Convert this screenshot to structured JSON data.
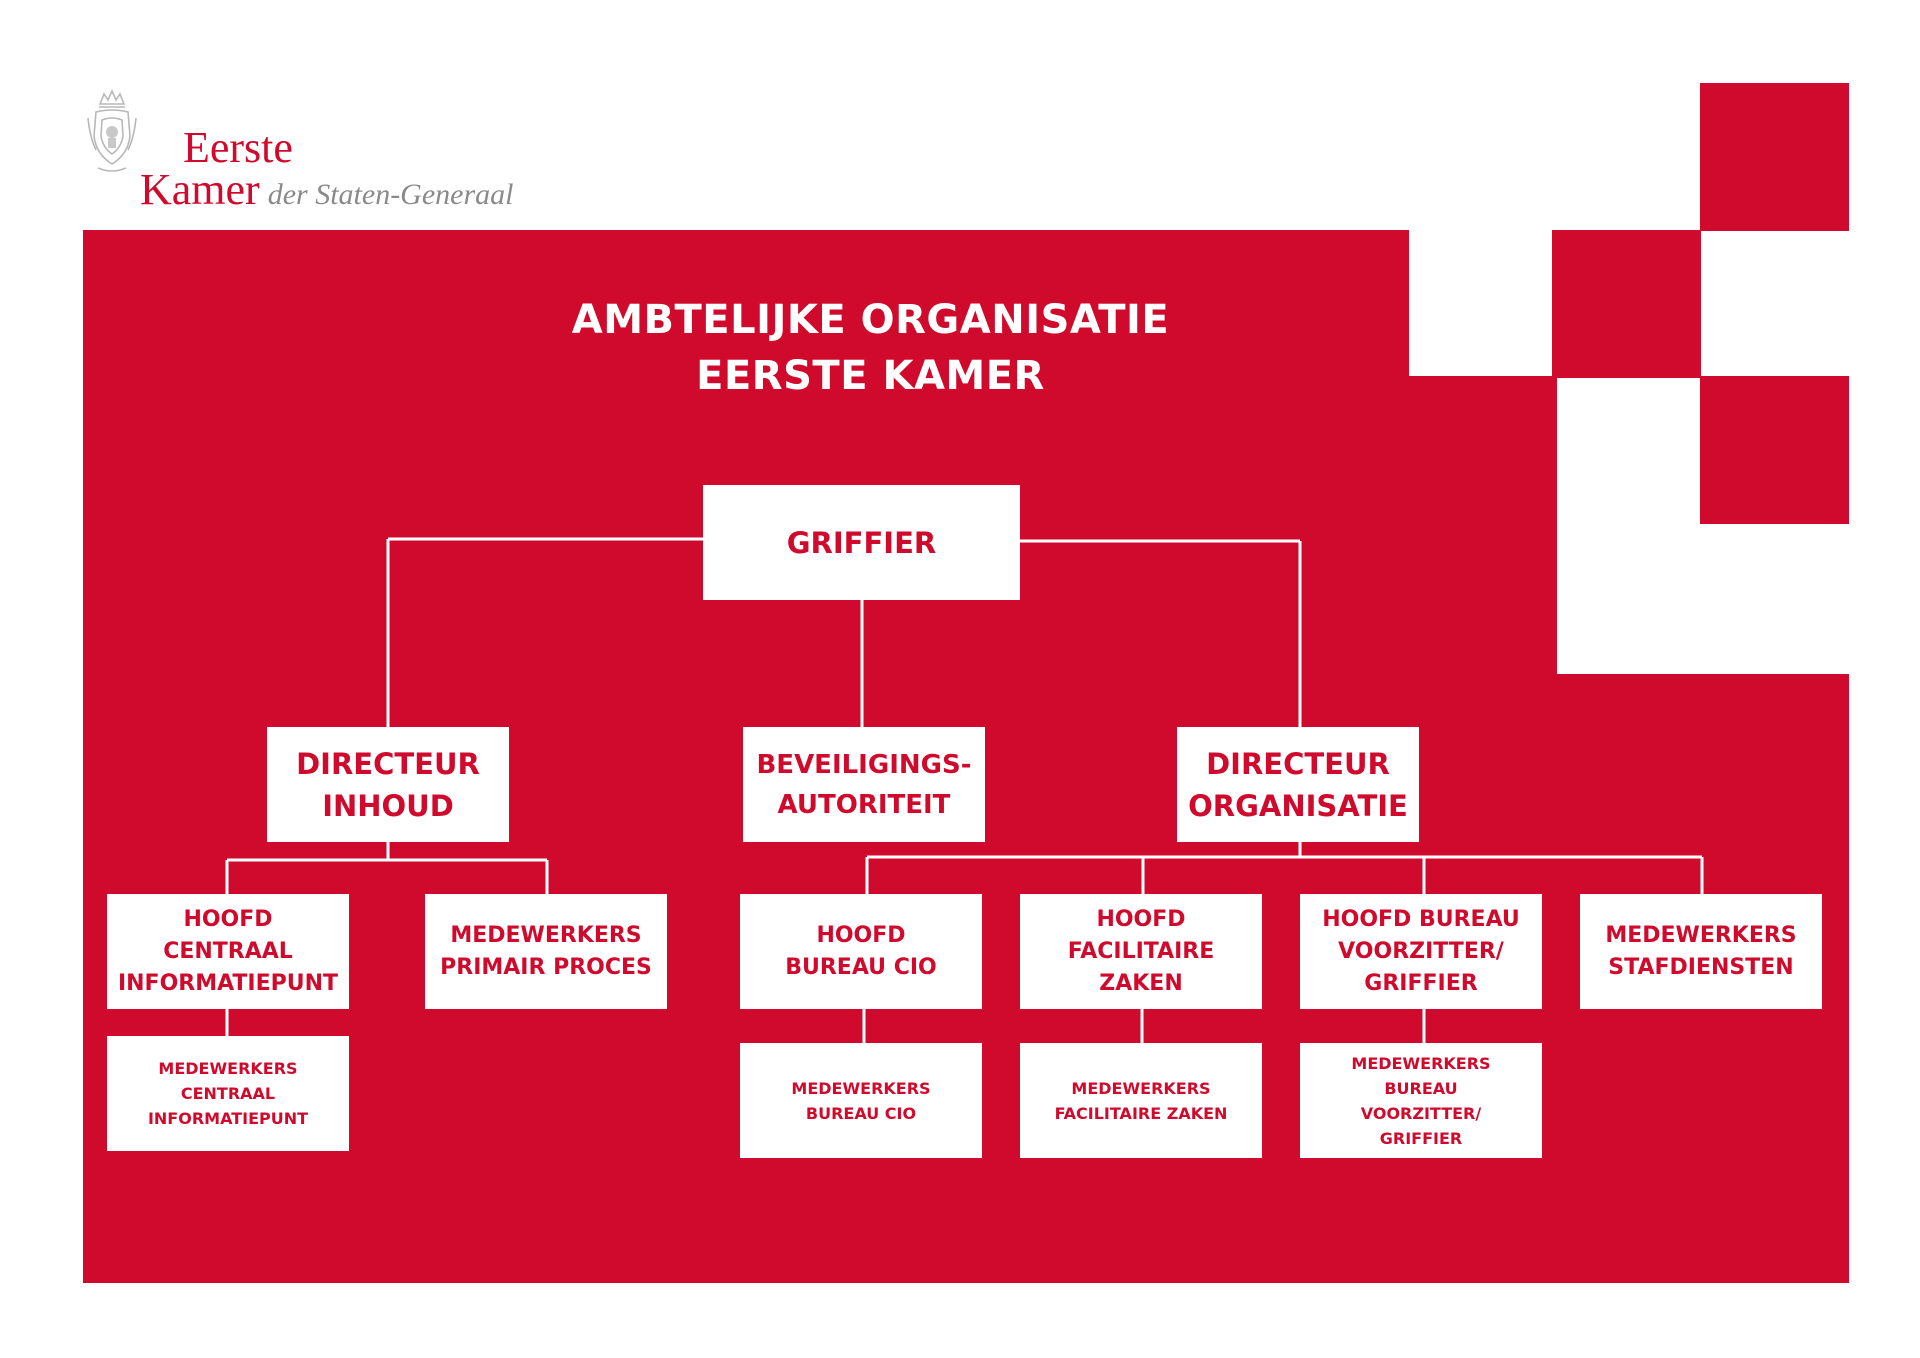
{
  "logo": {
    "line1": "Eerste",
    "line2": "Kamer",
    "subtitle": "der Staten-Generaal",
    "crest_icon": "royal-crest-icon"
  },
  "colors": {
    "brand_red": "#cf0a2c",
    "white": "#ffffff",
    "gray": "#8a8a8a"
  },
  "title": {
    "line1": "AMBTELIJKE ORGANISATIE",
    "line2": "EERSTE KAMER"
  },
  "nodes": {
    "griffier": "GRIFFIER",
    "directeur_inhoud": "DIRECTEUR\nINHOUD",
    "beveiligingsautoriteit": "BEVEILIGINGS-\nAUTORITEIT",
    "directeur_organisatie": "DIRECTEUR\nORGANISATIE",
    "hoofd_centraal_informatiepunt": "HOOFD CENTRAAL\nINFORMATIEPUNT",
    "medewerkers_primair_proces": "MEDEWERKERS\nPRIMAIR PROCES",
    "hoofd_bureau_cio": "HOOFD\nBUREAU CIO",
    "hoofd_facilitaire_zaken": "HOOFD\nFACILITAIRE ZAKEN",
    "hoofd_bureau_voorzitter_griffier": "HOOFD BUREAU\nVOORZITTER/\nGRIFFIER",
    "medewerkers_stafdiensten": "MEDEWERKERS\nSTAFDIENSTEN",
    "medewerkers_centraal_informatiepunt": "MEDEWERKERS\nCENTRAAL\nINFORMATIEPUNT",
    "medewerkers_bureau_cio": "MEDEWERKERS\nBUREAU CIO",
    "medewerkers_facilitaire_zaken": "MEDEWERKERS\nFACILITAIRE ZAKEN",
    "medewerkers_bureau_voorzitter_griffier": "MEDEWERKERS\nBUREAU\nVOORZITTER/\nGRIFFIER"
  }
}
